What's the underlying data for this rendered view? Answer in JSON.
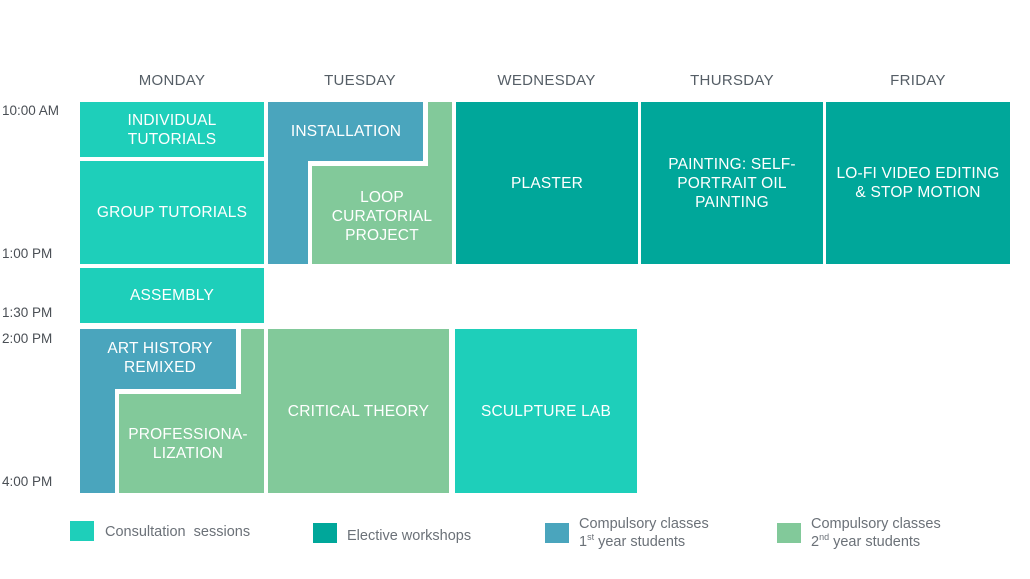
{
  "days": [
    "MONDAY",
    "TUESDAY",
    "WEDNESDAY",
    "THURSDAY",
    "FRIDAY"
  ],
  "times": [
    "10:00 AM",
    "1:00 PM",
    "1:30 PM",
    "2:00 PM",
    "4:00 PM"
  ],
  "blocks": {
    "individual_tutorials": "INDIVIDUAL TUTORIALS",
    "group_tutorials": "GROUP TUTORIALS",
    "assembly": "ASSEMBLY",
    "art_history_remixed": "ART HISTORY REMIXED",
    "professionalization": "PROFESSIONA-LIZATION",
    "installation": "INSTALLATION",
    "loop_curatorial": "LOOP CURATORIAL PROJECT",
    "critical_theory": "CRITICAL THEORY",
    "plaster": "PLASTER",
    "sculpture_lab": "SCULPTURE LAB",
    "painting": "PAINTING: SELF-PORTRAIT OIL PAINTING",
    "lofi_video": "LO-FI VIDEO EDITING & STOP MOTION"
  },
  "legend": {
    "consultation": "Consultation  sessions",
    "elective": "Elective workshops",
    "compulsory": "Compulsory classes",
    "year1_num": "1",
    "year1_sup": "st",
    "year1_rest": " year students",
    "year2_num": "2",
    "year2_sup": "nd",
    "year2_rest": " year students"
  },
  "colors": {
    "consultation": "#1ecfba",
    "elective": "#00a79a",
    "compulsory_year1": "#4aa5bd",
    "compulsory_year2": "#82c99a"
  }
}
